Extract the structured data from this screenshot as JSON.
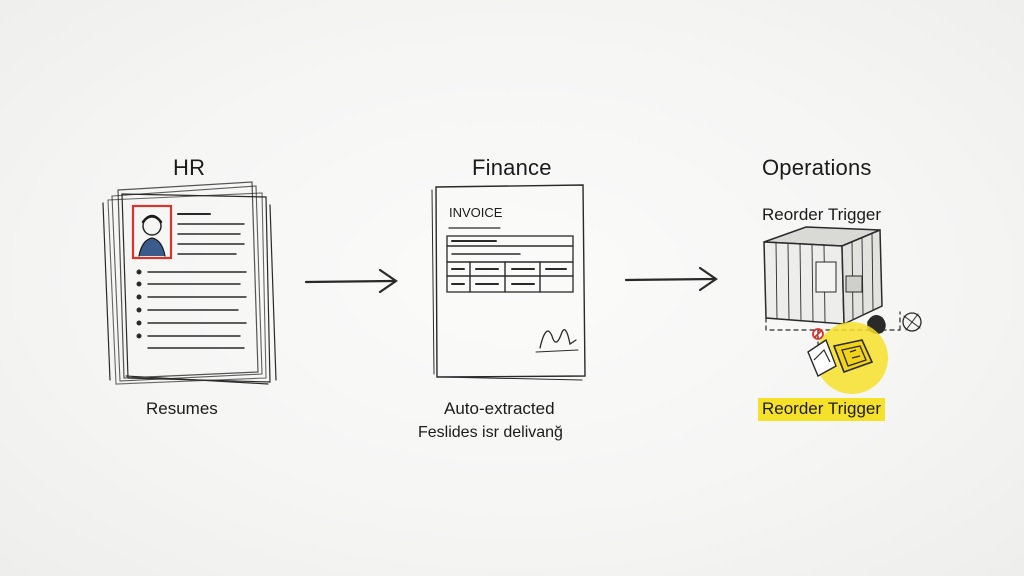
{
  "columns": [
    {
      "id": "hr",
      "heading": "HR",
      "caption": "Resumes"
    },
    {
      "id": "finance",
      "heading": "Finance",
      "caption": "Auto-extracted",
      "caption2": "Feslides isr delivanğ",
      "document_title": "INVOICE"
    },
    {
      "id": "operations",
      "heading": "Operations",
      "sublabel": "Reorder Trigger",
      "caption": "Reorder Trigger"
    }
  ],
  "colors": {
    "ink": "#2a2a2a",
    "accent_red": "#d8342c",
    "highlight": "#f6e12a",
    "background": "#f6f6f5"
  },
  "icons": [
    "resume-stack-icon",
    "invoice-document-icon",
    "warehouse-box-icon",
    "arrow-right-icon"
  ]
}
